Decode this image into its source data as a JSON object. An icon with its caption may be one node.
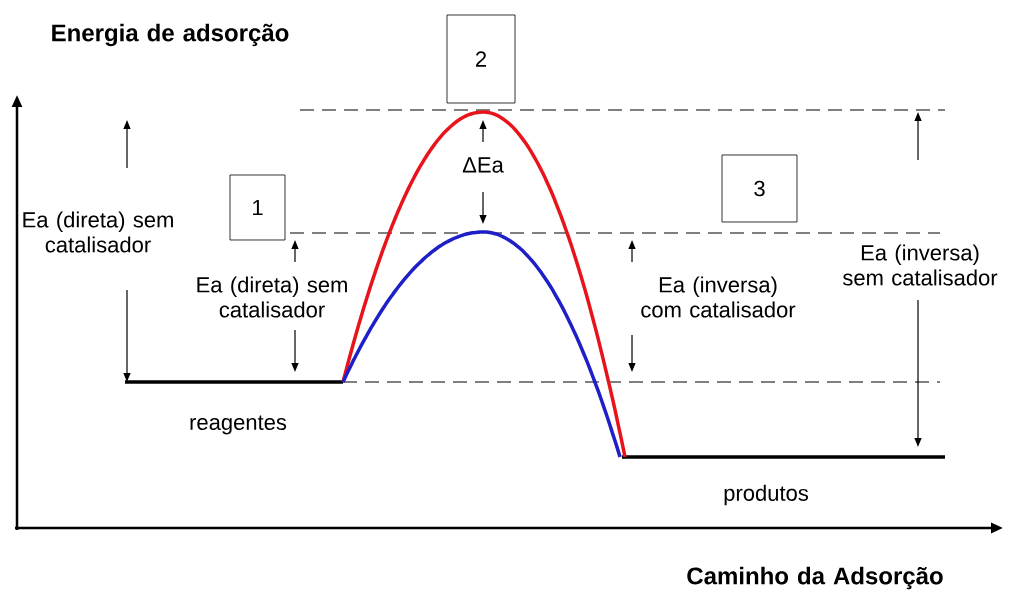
{
  "diagram": {
    "nodes": [
      {
        "text": [
          "1"
        ]
      },
      {
        "text": [
          "2"
        ]
      },
      {
        "text": [
          "3"
        ]
      }
    ],
    "labels": [
      "Energia de adsorção",
      "Ea (direta) sem catalisador",
      "ΔEa",
      "Ea (direta) sem catalisador",
      "Ea (inversa) com catalisador",
      "Ea (inversa) sem catalisador",
      "reagentes",
      "produtos",
      "Caminho da Adsorção"
    ]
  }
}
